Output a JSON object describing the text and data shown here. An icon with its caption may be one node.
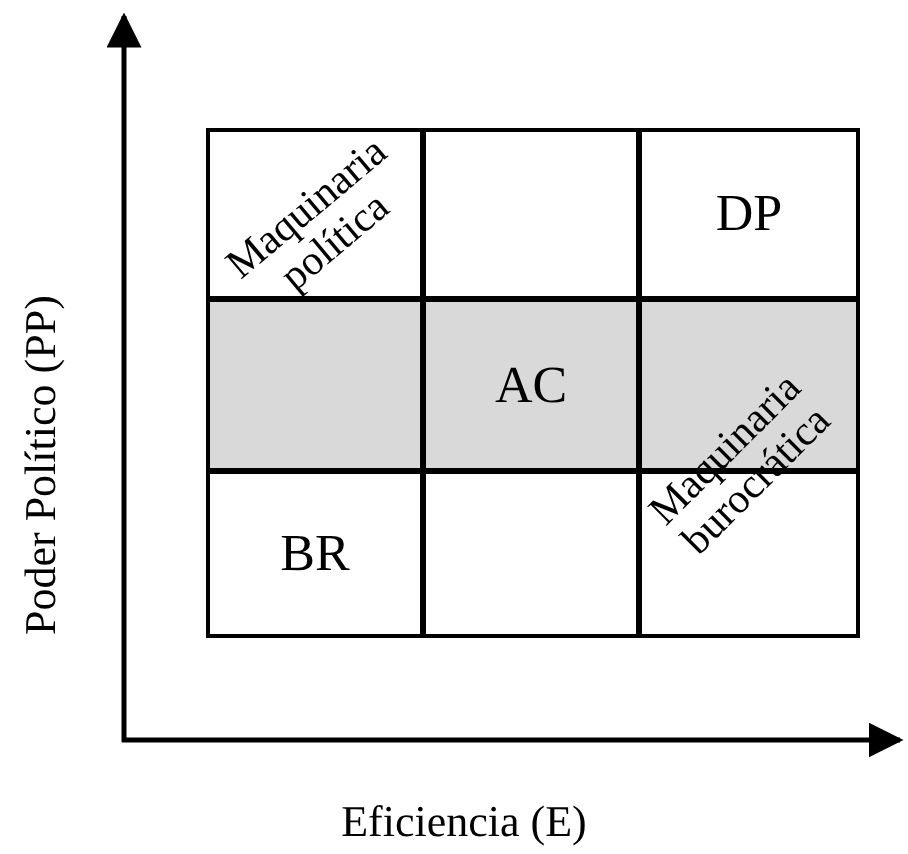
{
  "diagram": {
    "nodes": [
      {
        "text": [],
        "shape": "box"
      },
      {
        "text": [],
        "shape": "box"
      },
      {
        "text": [
          "DP"
        ]
      },
      {
        "text": [],
        "shape": "box"
      },
      {
        "text": [
          "AC"
        ]
      },
      {
        "text": [],
        "shape": "box"
      },
      {
        "text": [
          "BR"
        ]
      },
      {
        "text": [],
        "shape": "box"
      },
      {
        "text": [],
        "shape": "box"
      }
    ],
    "labels": [
      "Maquinaria política",
      "Maquinaria burocrática",
      "Poder Político (PP)",
      "Eficiencia (E)"
    ]
  }
}
